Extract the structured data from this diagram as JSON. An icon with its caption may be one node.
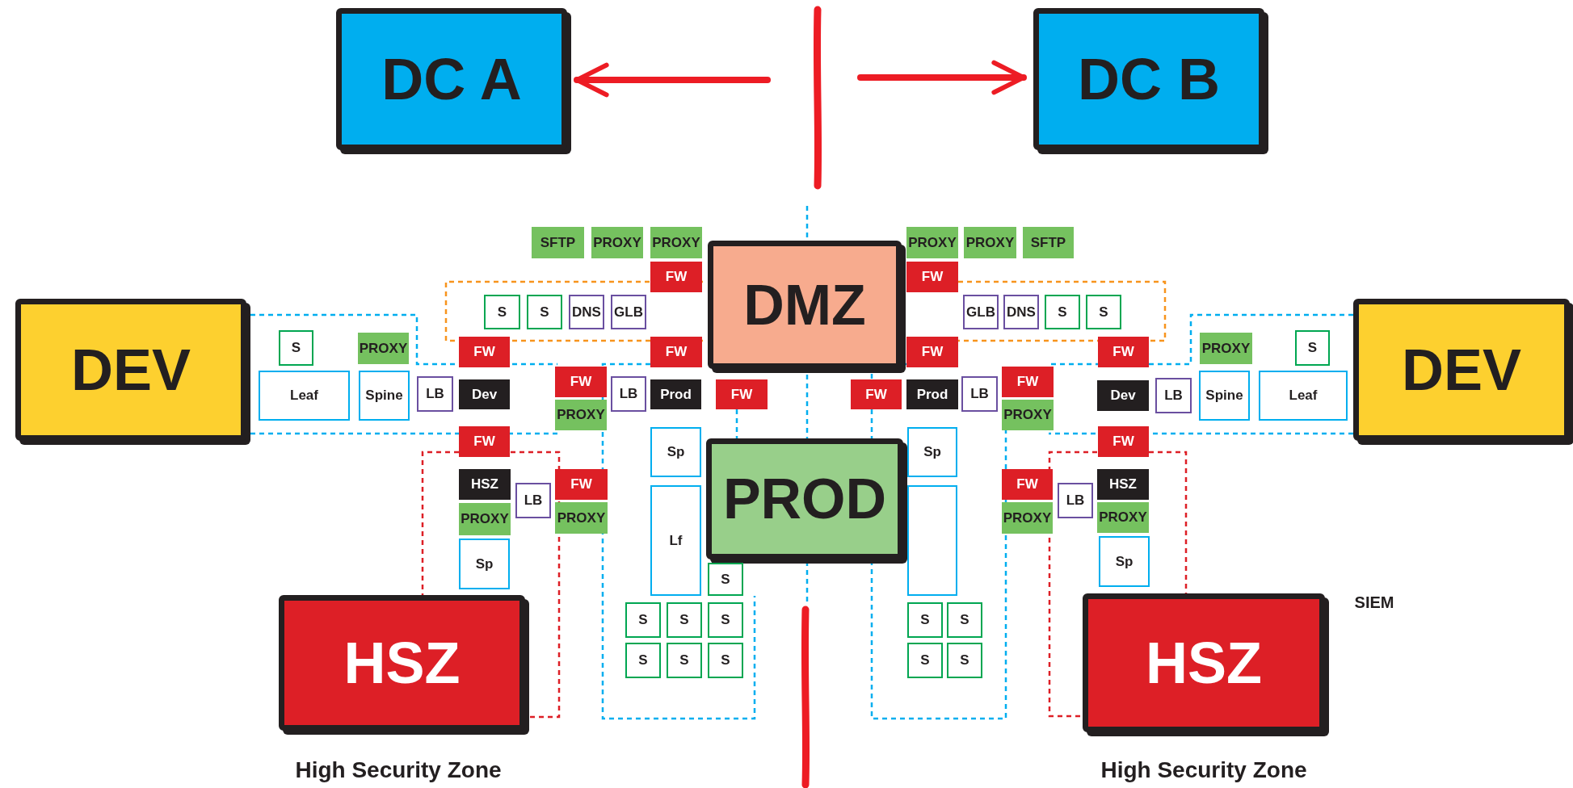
{
  "diagram": {
    "nodes": [
      {
        "text": [
          "DC A"
        ]
      },
      {
        "text": [
          "DC B"
        ]
      },
      {
        "text": [
          "SFTP"
        ]
      },
      {
        "text": [
          "PROXY"
        ]
      },
      {
        "text": [
          "PROXY"
        ]
      },
      {
        "text": [
          "PROXY"
        ]
      },
      {
        "text": [
          "PROXY"
        ]
      },
      {
        "text": [
          "SFTP"
        ]
      },
      {
        "text": [
          "FW"
        ]
      },
      {
        "text": [
          "FW"
        ]
      },
      {
        "text": [
          "DMZ"
        ]
      },
      {
        "text": [
          "S"
        ]
      },
      {
        "text": [
          "S"
        ]
      },
      {
        "text": [
          "DNS"
        ]
      },
      {
        "text": [
          "GLB"
        ]
      },
      {
        "text": [
          "GLB"
        ]
      },
      {
        "text": [
          "DNS"
        ]
      },
      {
        "text": [
          "S"
        ]
      },
      {
        "text": [
          "S"
        ]
      },
      {
        "text": [
          "DEV"
        ]
      },
      {
        "text": [
          "S"
        ]
      },
      {
        "text": [
          "PROXY"
        ]
      },
      {
        "text": [
          "FW"
        ]
      },
      {
        "text": [
          "FW"
        ]
      },
      {
        "text": [
          "FW"
        ]
      },
      {
        "text": [
          "FW"
        ]
      },
      {
        "text": [
          "PROXY"
        ]
      },
      {
        "text": [
          "S"
        ]
      },
      {
        "text": [
          "DEV"
        ]
      },
      {
        "text": [
          "Leaf"
        ]
      },
      {
        "text": [
          "Spine"
        ]
      },
      {
        "text": [
          "LB"
        ]
      },
      {
        "text": [
          "Dev"
        ]
      },
      {
        "text": [
          "FW"
        ]
      },
      {
        "text": [
          "PROXY"
        ]
      },
      {
        "text": [
          "LB"
        ]
      },
      {
        "text": [
          "Prod"
        ]
      },
      {
        "text": [
          "FW"
        ]
      },
      {
        "text": [
          "FW"
        ]
      },
      {
        "text": [
          "Prod"
        ]
      },
      {
        "text": [
          "LB"
        ]
      },
      {
        "text": [
          "FW"
        ]
      },
      {
        "text": [
          "PROXY"
        ]
      },
      {
        "text": [
          "Dev"
        ]
      },
      {
        "text": [
          "LB"
        ]
      },
      {
        "text": [
          "Spine"
        ]
      },
      {
        "text": [
          "Leaf"
        ]
      },
      {
        "text": [
          "FW"
        ]
      },
      {
        "text": [
          "FW"
        ]
      },
      {
        "text": [
          "Sp"
        ]
      },
      {
        "text": [
          "PROD"
        ]
      },
      {
        "text": [
          "Sp"
        ]
      },
      {
        "text": [
          "HSZ"
        ]
      },
      {
        "text": [
          "FW"
        ]
      },
      {
        "text": [
          "FW"
        ]
      },
      {
        "text": [
          "HSZ"
        ]
      },
      {
        "text": [
          "LB"
        ]
      },
      {
        "text": [
          "LB"
        ]
      },
      {
        "text": [
          "PROXY"
        ]
      },
      {
        "text": [
          "PROXY"
        ]
      },
      {
        "text": [
          "PROXY"
        ]
      },
      {
        "text": [
          "PROXY"
        ]
      },
      {
        "text": [
          "Lf"
        ]
      },
      {
        "text": [],
        "shape": "box"
      },
      {
        "text": [
          "Sp"
        ]
      },
      {
        "text": [
          "Sp"
        ]
      },
      {
        "text": [
          "S"
        ]
      },
      {
        "text": [
          "S"
        ]
      },
      {
        "text": [
          "S"
        ]
      },
      {
        "text": [
          "S"
        ]
      },
      {
        "text": [
          "S"
        ]
      },
      {
        "text": [
          "S"
        ]
      },
      {
        "text": [
          "S"
        ]
      },
      {
        "text": [
          "S"
        ]
      },
      {
        "text": [
          "S"
        ]
      },
      {
        "text": [
          "S"
        ]
      },
      {
        "text": [
          "S"
        ]
      },
      {
        "text": [
          "HSZ"
        ]
      },
      {
        "text": [
          "HSZ"
        ]
      }
    ],
    "edges": [
      {
        "from": null,
        "to": 0,
        "arrow": "to"
      },
      {
        "from": null,
        "to": 1,
        "arrow": "to"
      }
    ],
    "labels": [
      "SIEM",
      "High Security Zone",
      "High Security Zone"
    ]
  }
}
